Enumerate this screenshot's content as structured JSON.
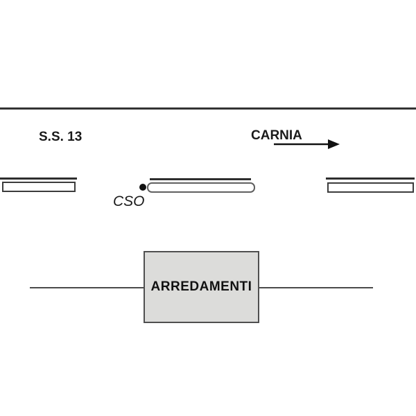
{
  "diagram": {
    "highway_label": "S.S. 13",
    "direction_label": "CARNIA",
    "junction_label": "CSO",
    "building_label": "ARREDAMENTI",
    "colors": {
      "background": "#ffffff",
      "main_road_line": "#333333",
      "guardrail_line": "#2e2e2e",
      "median_border_dark": "#3c3c3c",
      "median_border_gray": "#5f5f5f",
      "access_road_line": "#4a4a4a",
      "building_fill": "#dcdcda",
      "building_border": "#4f4f4f",
      "junction_dot": "#111111",
      "text": "#1a1a1a"
    }
  }
}
